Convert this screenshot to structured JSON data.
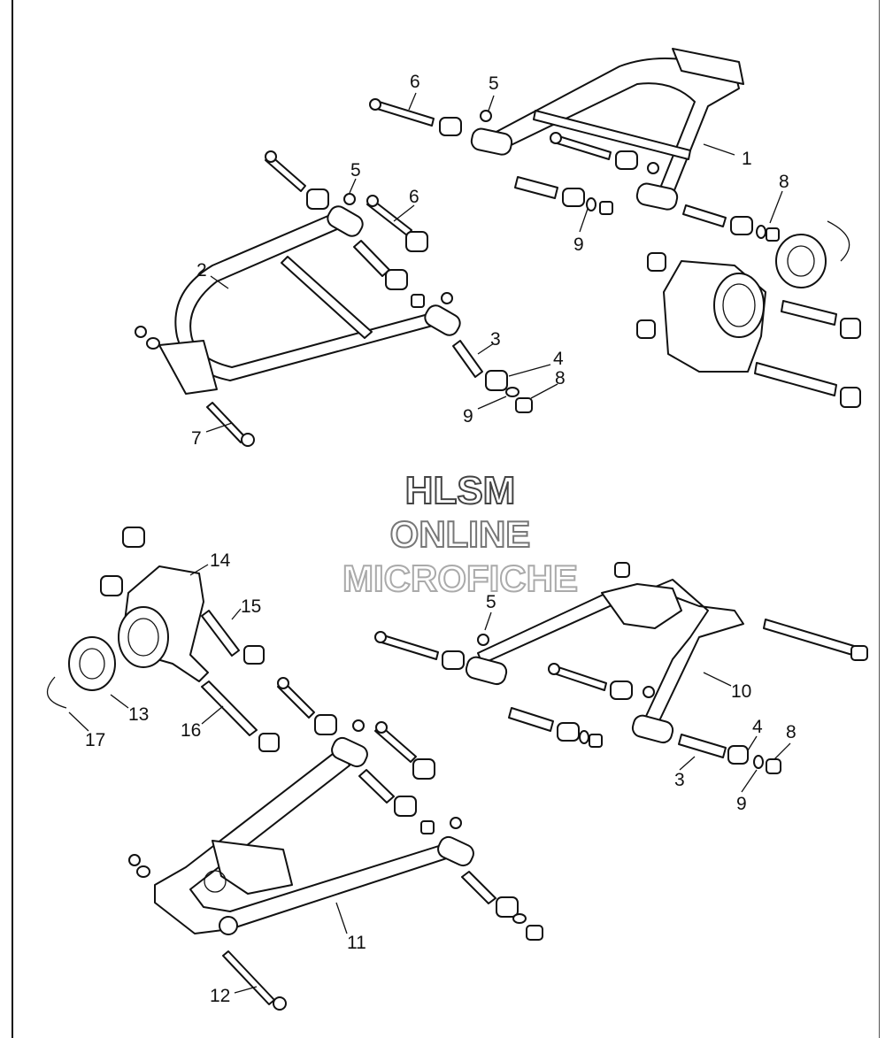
{
  "watermark": {
    "line1": "HLSM",
    "line2": "ONLINE",
    "line3": "MICROFICHE"
  },
  "callouts": [
    {
      "id": "c1",
      "label": "1"
    },
    {
      "id": "c2",
      "label": "2"
    },
    {
      "id": "c3a",
      "label": "3"
    },
    {
      "id": "c4a",
      "label": "4"
    },
    {
      "id": "c5a",
      "label": "5"
    },
    {
      "id": "c5b",
      "label": "5"
    },
    {
      "id": "c6a",
      "label": "6"
    },
    {
      "id": "c6b",
      "label": "6"
    },
    {
      "id": "c7",
      "label": "7"
    },
    {
      "id": "c8a",
      "label": "8"
    },
    {
      "id": "c8b",
      "label": "8"
    },
    {
      "id": "c9a",
      "label": "9"
    },
    {
      "id": "c9b",
      "label": "9"
    },
    {
      "id": "c5c",
      "label": "5"
    },
    {
      "id": "c10",
      "label": "10"
    },
    {
      "id": "c4b",
      "label": "4"
    },
    {
      "id": "c8c",
      "label": "8"
    },
    {
      "id": "c3b",
      "label": "3"
    },
    {
      "id": "c9c",
      "label": "9"
    },
    {
      "id": "c14",
      "label": "14"
    },
    {
      "id": "c15",
      "label": "15"
    },
    {
      "id": "c13",
      "label": "13"
    },
    {
      "id": "c16",
      "label": "16"
    },
    {
      "id": "c17",
      "label": "17"
    },
    {
      "id": "c11",
      "label": "11"
    },
    {
      "id": "c12",
      "label": "12"
    }
  ]
}
